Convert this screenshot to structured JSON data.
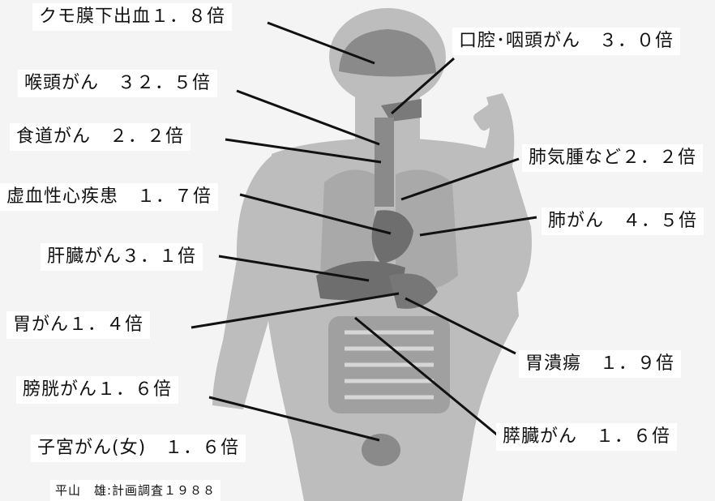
{
  "labels": {
    "subarachnoid": "クモ膜下出血１．８倍",
    "oral": "口腔･咽頭がん　３．０倍",
    "larynx": "喉頭がん　３２．５倍",
    "esophagus": "食道がん　２．２倍",
    "emphysema": "肺気腫など２．２倍",
    "ischemic": "虚血性心疾患　１．７倍",
    "lung": "肺がん　４．５倍",
    "liver": "肝臓がん３．１倍",
    "stomach": "胃がん１．４倍",
    "ulcer": "胃潰瘍　１．９倍",
    "bladder": "膀胱がん１．６倍",
    "uterus": "子宮がん(女)　１．６倍",
    "pancreas": "膵臓がん　１．６倍",
    "source": "平山　雄:計画調査１９８８"
  },
  "colors": {
    "background": "#f4f4f4",
    "body": "#bdbdbd",
    "organ_light": "#a9a9a9",
    "organ_dark": "#6e6e6e",
    "leader_line": "#111111"
  }
}
